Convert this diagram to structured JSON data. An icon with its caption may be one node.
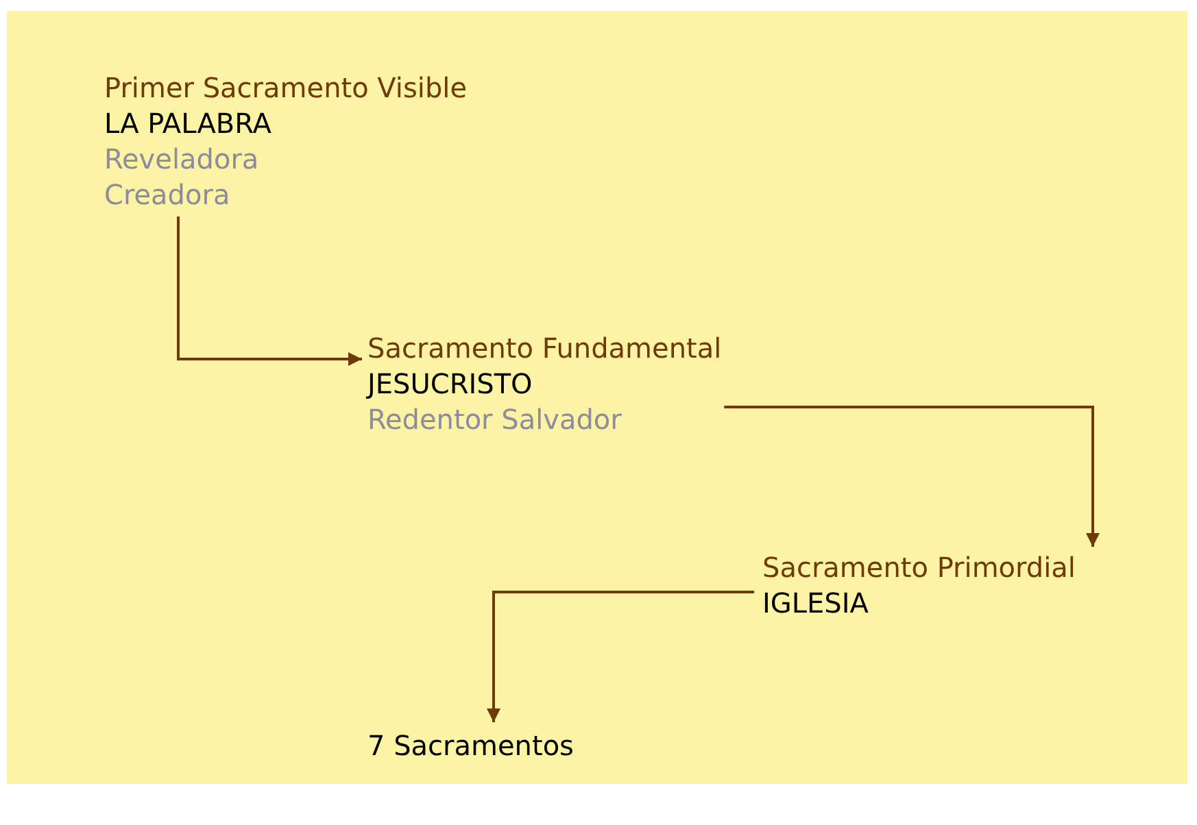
{
  "diagram": {
    "nodes": [
      {
        "text": [
          "Primer Sacramento Visible",
          "LA PALABRA",
          "Reveladora",
          "Creadora"
        ]
      },
      {
        "text": [
          "Sacramento Fundamental",
          "JESUCRISTO",
          "Redentor Salvador"
        ]
      },
      {
        "text": [
          "Sacramento Primordial",
          "IGLESIA"
        ]
      },
      {
        "text": [
          "7 Sacramentos"
        ]
      }
    ],
    "edges": [
      {
        "from": 0,
        "to": 1,
        "arrow": "to"
      },
      {
        "from": 1,
        "to": 2,
        "arrow": "to"
      },
      {
        "from": 2,
        "to": 3,
        "arrow": "to"
      }
    ]
  }
}
